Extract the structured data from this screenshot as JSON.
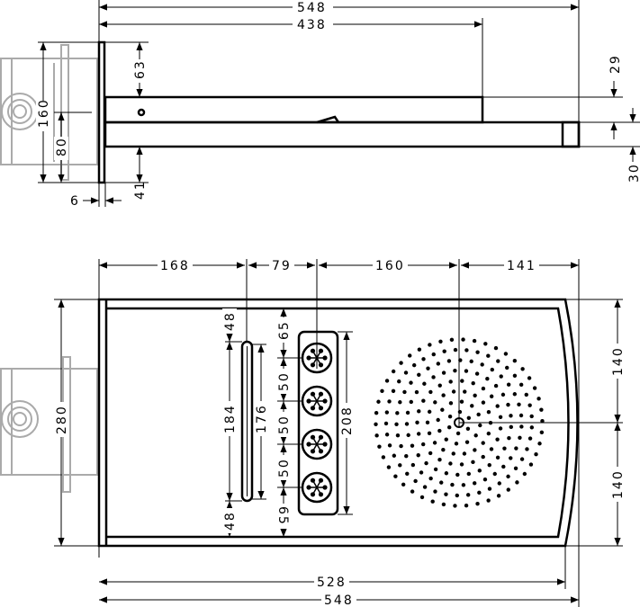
{
  "top_view": {
    "dims": {
      "total_length": "548",
      "arm_length": "438",
      "height_160": "160",
      "height_80": "80",
      "top_63": "63",
      "bottom_41": "41",
      "plate_6": "6",
      "step_29": "29",
      "end_30": "30"
    }
  },
  "plan_view": {
    "dims": {
      "left_168": "168",
      "slider_to_jets_79": "79",
      "jets_to_head_160": "160",
      "head_to_end_141": "141",
      "slider_top_48": "48",
      "slider_184": "184",
      "slider_bottom_48": "48",
      "slider_176": "176",
      "jets_top_65": "65",
      "jet_gap_1": "50",
      "jet_gap_2": "50",
      "jet_gap_3": "50",
      "jets_bottom_65": "65",
      "jets_208": "208",
      "width_280": "280",
      "head_top_140": "140",
      "head_bottom_140": "140",
      "inner_528": "528",
      "total_548": "548"
    },
    "jet_count": 4
  },
  "colors": {
    "line": "#000000",
    "installation_box": "#aaaaaa"
  }
}
